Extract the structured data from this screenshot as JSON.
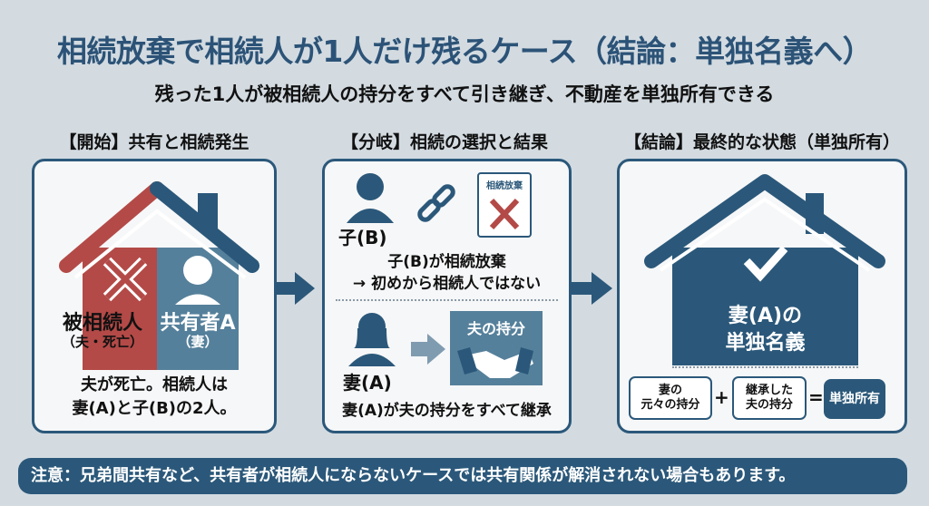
{
  "title": "相続放棄で相続人が1人だけ残るケース（結論：単独名義へ）",
  "subtitle": "残った1人が被相続人の持分をすべて引き継ぎ、不動産を単独所有できる",
  "sections": [
    {
      "header": "【開始】共有と相続発生",
      "left_label": "被相続人",
      "left_sub": "（夫・死亡）",
      "right_label": "共有者A",
      "right_sub": "（妻）",
      "caption_1": "夫が死亡。相続人は",
      "caption_2": "妻(A)と子(B)の2人。"
    },
    {
      "header": "【分岐】相続の選択と結果",
      "child_label": "子(B)",
      "doc_label": "相続放棄",
      "child_text_1": "子(B)が相続放棄",
      "child_text_2": "→ 初めから相続人ではない",
      "wife_label": "妻(A)",
      "share_label": "夫の持分",
      "wife_text": "妻(A)が夫の持分をすべて継承"
    },
    {
      "header": "【結論】最終的な状態（単独所有）",
      "house_text_1": "妻(A)の",
      "house_text_2": "単独名義",
      "box1_1": "妻の",
      "box1_2": "元々の持分",
      "plus": "+",
      "box2_1": "継承した",
      "box2_2": "夫の持分",
      "equals": "=",
      "result": "単独所有"
    }
  ],
  "note": "注意：兄弟間共有など、共有者が相続人にならないケースでは共有関係が解消されない場合もあります。",
  "colors": {
    "navy": "#2b587a",
    "red": "#b34a47",
    "steel": "#55809b",
    "bg": "#d3dbe1"
  }
}
